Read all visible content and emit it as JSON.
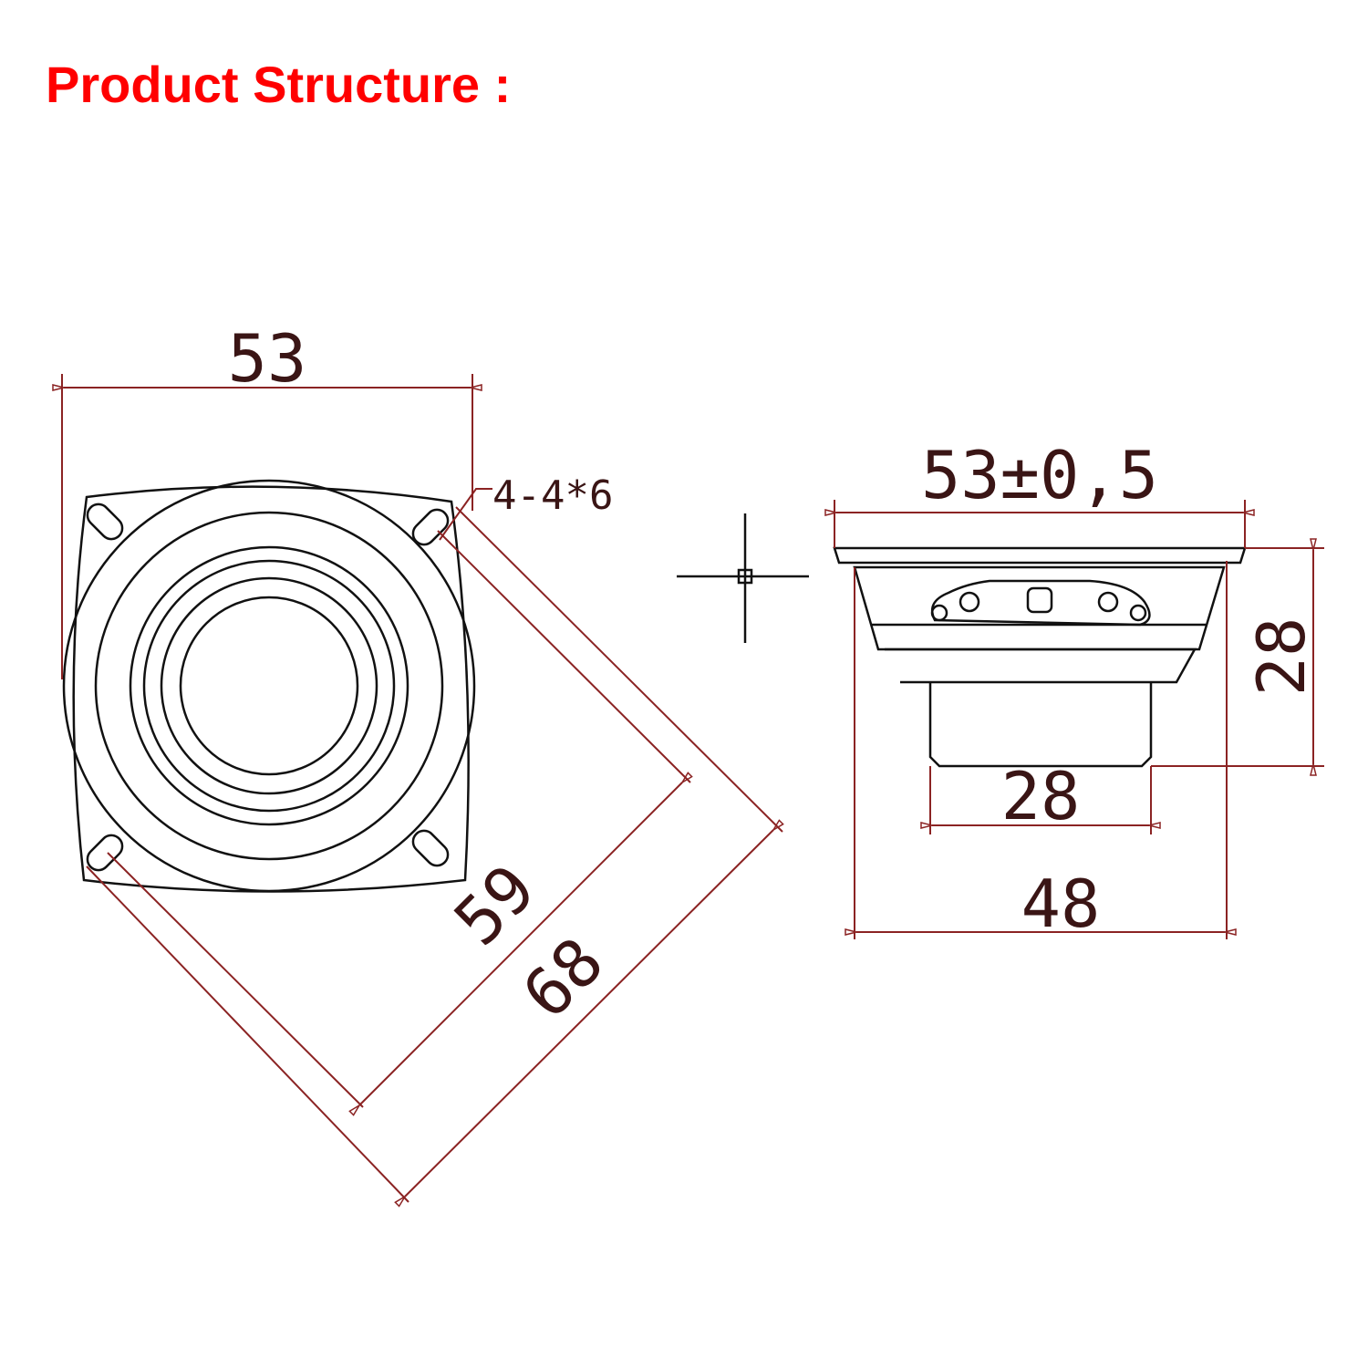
{
  "title": "Product Structure :",
  "front_view": {
    "width_dim": "53",
    "hole_note": "4-4*6",
    "hole_spacing_diag_dim": "59",
    "overall_diag_dim": "68"
  },
  "side_view": {
    "frame_width_dim": "53±0,5",
    "depth_dim": "28",
    "magnet_dim": "28",
    "basket_dim": "48"
  },
  "colors": {
    "title": "#ff0000",
    "dimension": "#8b2323",
    "outline": "#111111"
  }
}
